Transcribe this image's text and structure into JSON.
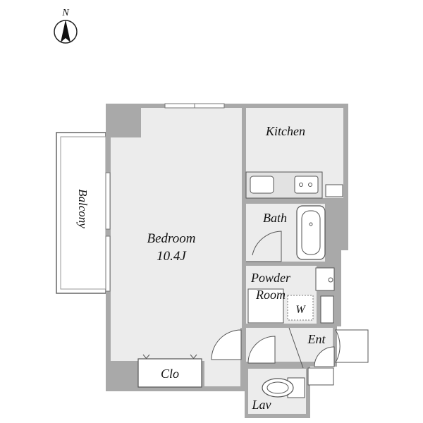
{
  "compass": {
    "label": "N",
    "icon": "north-arrow-icon"
  },
  "rooms": {
    "kitchen": "Kitchen",
    "bath": "Bath",
    "bedroom": "Bedroom",
    "bedroom_size": "10.4J",
    "powder_room_line1": "Powder",
    "powder_room_line2": "Room",
    "washer": "W",
    "entrance": "Ent",
    "closet": "Clo",
    "lavatory": "Lav",
    "balcony": "Balcony"
  },
  "colors": {
    "wall": "#a9a9a9",
    "floor": "#ececec",
    "fixture": "#ffffff",
    "line": "#555555"
  }
}
